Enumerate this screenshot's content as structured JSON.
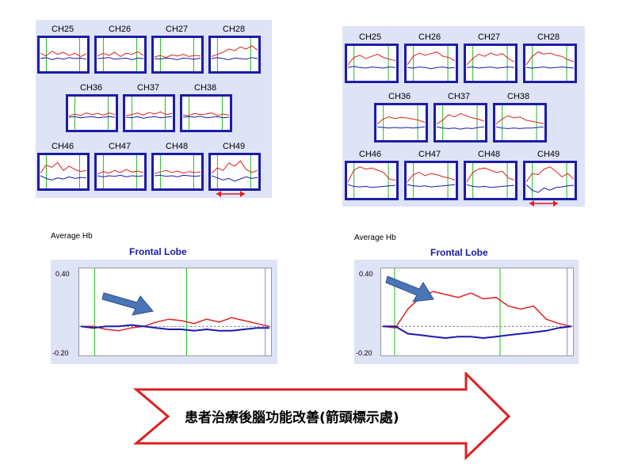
{
  "chart_data": [
    {
      "type": "line",
      "panel": "before-channels",
      "channels": [
        {
          "label": "CH25",
          "red": [
            0.1,
            0.05,
            0.14,
            0.08,
            0.12,
            0.06,
            0.1,
            0.04,
            0.09
          ],
          "blue": [
            0.0,
            0.02,
            -0.02,
            0.01,
            -0.01,
            0.02,
            0.0,
            0.01,
            -0.01
          ]
        },
        {
          "label": "CH26",
          "red": [
            0.05,
            0.1,
            0.06,
            0.12,
            0.04,
            0.1,
            0.08,
            0.13,
            0.06
          ],
          "blue": [
            0.0,
            0.01,
            0.02,
            -0.01,
            0.0,
            0.01,
            -0.02,
            0.01,
            0.0
          ]
        },
        {
          "label": "CH27",
          "red": [
            0.03,
            0.06,
            0.02,
            0.07,
            0.05,
            0.08,
            0.04,
            0.06,
            0.05
          ],
          "blue": [
            0.0,
            -0.01,
            0.01,
            0.0,
            -0.02,
            0.01,
            0.0,
            -0.01,
            0.01
          ]
        },
        {
          "label": "CH28",
          "red": [
            0.04,
            0.08,
            0.12,
            0.18,
            0.15,
            0.22,
            0.18,
            0.24,
            0.16
          ],
          "blue": [
            0.0,
            0.02,
            0.0,
            -0.02,
            0.01,
            0.0,
            -0.01,
            0.02,
            0.0
          ]
        },
        {
          "label": "CH36",
          "red": [
            0.02,
            0.06,
            0.03,
            0.08,
            0.05,
            0.07,
            0.04,
            0.08,
            0.05
          ],
          "blue": [
            0.0,
            0.01,
            -0.01,
            0.0,
            0.01,
            -0.01,
            0.0,
            0.01,
            0.0
          ]
        },
        {
          "label": "CH37",
          "red": [
            0.03,
            0.05,
            0.08,
            0.04,
            0.09,
            0.06,
            0.1,
            0.05,
            0.07
          ],
          "blue": [
            0.0,
            -0.01,
            0.01,
            -0.02,
            0.0,
            0.01,
            -0.01,
            0.0,
            0.01
          ]
        },
        {
          "label": "CH38",
          "red": [
            0.04,
            0.03,
            0.07,
            0.05,
            0.06,
            0.08,
            0.03,
            0.06,
            0.04
          ],
          "blue": [
            0.0,
            0.01,
            0.0,
            0.02,
            -0.01,
            0.0,
            0.01,
            -0.01,
            0.0
          ]
        },
        {
          "label": "CH46",
          "red": [
            0.05,
            0.2,
            0.16,
            0.25,
            0.1,
            0.18,
            0.12,
            0.08,
            0.1
          ],
          "blue": [
            0.0,
            -0.05,
            -0.08,
            -0.04,
            -0.06,
            -0.02,
            -0.05,
            -0.03,
            -0.04
          ]
        },
        {
          "label": "CH47",
          "red": [
            0.03,
            0.08,
            0.05,
            0.1,
            0.06,
            0.12,
            0.07,
            0.09,
            0.06
          ],
          "blue": [
            0.0,
            -0.02,
            0.0,
            -0.01,
            0.01,
            -0.02,
            0.0,
            -0.01,
            0.0
          ]
        },
        {
          "label": "CH48",
          "red": [
            0.04,
            0.07,
            0.1,
            0.06,
            0.09,
            0.05,
            0.08,
            0.06,
            0.07
          ],
          "blue": [
            0.0,
            0.01,
            -0.01,
            0.0,
            -0.02,
            0.01,
            0.0,
            -0.01,
            0.0
          ]
        },
        {
          "label": "CH49",
          "red": [
            0.05,
            0.15,
            0.1,
            0.24,
            0.18,
            0.28,
            0.12,
            0.06,
            0.1
          ],
          "blue": [
            0.0,
            -0.04,
            -0.08,
            -0.05,
            -0.1,
            -0.06,
            -0.02,
            -0.05,
            -0.03
          ]
        }
      ]
    },
    {
      "type": "line",
      "panel": "after-channels",
      "channels": [
        {
          "label": "CH25",
          "red": [
            0.05,
            0.18,
            0.22,
            0.16,
            0.2,
            0.24,
            0.18,
            0.15,
            0.12
          ],
          "blue": [
            0.0,
            0.02,
            0.0,
            -0.01,
            0.01,
            0.0,
            -0.01,
            0.01,
            0.0
          ]
        },
        {
          "label": "CH26",
          "red": [
            0.05,
            0.2,
            0.26,
            0.22,
            0.25,
            0.28,
            0.2,
            0.18,
            0.12
          ],
          "blue": [
            0.0,
            -0.01,
            0.01,
            0.0,
            -0.02,
            0.0,
            0.01,
            -0.01,
            0.0
          ]
        },
        {
          "label": "CH27",
          "red": [
            0.05,
            0.16,
            0.24,
            0.2,
            0.26,
            0.22,
            0.25,
            0.16,
            0.1
          ],
          "blue": [
            0.0,
            0.01,
            -0.01,
            0.0,
            0.01,
            -0.01,
            0.0,
            0.01,
            0.0
          ]
        },
        {
          "label": "CH28",
          "red": [
            0.05,
            0.2,
            0.28,
            0.24,
            0.26,
            0.22,
            0.2,
            0.14,
            0.1
          ],
          "blue": [
            0.0,
            -0.01,
            0.0,
            0.01,
            -0.01,
            0.0,
            0.01,
            0.0,
            -0.01
          ]
        },
        {
          "label": "CH36",
          "red": [
            0.05,
            0.14,
            0.18,
            0.15,
            0.17,
            0.16,
            0.14,
            0.12,
            0.08
          ],
          "blue": [
            0.0,
            -0.01,
            -0.02,
            -0.01,
            -0.02,
            -0.01,
            -0.02,
            -0.01,
            0.0
          ]
        },
        {
          "label": "CH37",
          "red": [
            0.05,
            0.12,
            0.22,
            0.18,
            0.24,
            0.2,
            0.16,
            0.14,
            0.1
          ],
          "blue": [
            0.0,
            -0.02,
            -0.03,
            -0.02,
            -0.04,
            -0.02,
            -0.03,
            -0.01,
            0.0
          ]
        },
        {
          "label": "CH38",
          "red": [
            0.05,
            0.14,
            0.2,
            0.16,
            0.18,
            0.12,
            0.1,
            0.08,
            0.06
          ],
          "blue": [
            0.0,
            -0.02,
            -0.03,
            -0.02,
            -0.03,
            -0.02,
            -0.02,
            -0.01,
            0.0
          ]
        },
        {
          "label": "CH46",
          "red": [
            0.05,
            0.26,
            0.32,
            0.28,
            0.3,
            0.26,
            0.22,
            0.1,
            0.08
          ],
          "blue": [
            0.0,
            -0.03,
            -0.04,
            -0.03,
            -0.05,
            -0.04,
            -0.03,
            -0.02,
            -0.01
          ]
        },
        {
          "label": "CH47",
          "red": [
            0.05,
            0.18,
            0.22,
            0.16,
            0.2,
            0.18,
            0.14,
            0.12,
            0.08
          ],
          "blue": [
            0.0,
            -0.02,
            -0.03,
            -0.02,
            -0.04,
            -0.03,
            -0.02,
            -0.01,
            0.0
          ]
        },
        {
          "label": "CH48",
          "red": [
            0.05,
            0.22,
            0.28,
            0.3,
            0.26,
            0.22,
            0.24,
            0.12,
            0.08
          ],
          "blue": [
            0.0,
            -0.03,
            -0.04,
            -0.03,
            -0.05,
            -0.04,
            -0.03,
            -0.02,
            -0.01
          ]
        },
        {
          "label": "CH49",
          "red": [
            0.05,
            0.2,
            0.18,
            0.28,
            0.32,
            0.24,
            0.14,
            0.2,
            0.1
          ],
          "blue": [
            0.0,
            -0.1,
            -0.14,
            -0.06,
            -0.1,
            -0.05,
            -0.04,
            -0.02,
            -0.01
          ]
        }
      ]
    },
    {
      "type": "line",
      "panel": "before-average",
      "ylabel": "Average Hb",
      "title": "Frontal Lobe",
      "ylim": [
        -0.2,
        0.4
      ],
      "yticks": [
        "0.40",
        "-0.20"
      ],
      "series": [
        {
          "color": "red",
          "values": [
            0.0,
            0.0,
            -0.02,
            -0.03,
            -0.01,
            0.0,
            0.03,
            0.05,
            0.04,
            0.02,
            0.05,
            0.03,
            0.06,
            0.04,
            0.02,
            0.0
          ]
        },
        {
          "color": "blue",
          "values": [
            0.0,
            -0.01,
            0.0,
            0.0,
            0.01,
            0.0,
            -0.01,
            -0.02,
            -0.02,
            -0.03,
            -0.02,
            -0.03,
            -0.03,
            -0.02,
            -0.01,
            -0.01
          ]
        }
      ]
    },
    {
      "type": "line",
      "panel": "after-average",
      "ylabel": "Average Hb",
      "title": "Frontal Lobe",
      "ylim": [
        -0.2,
        0.4
      ],
      "yticks": [
        "0.40",
        "-0.20"
      ],
      "series": [
        {
          "color": "red",
          "values": [
            0.0,
            -0.01,
            0.12,
            0.2,
            0.24,
            0.22,
            0.2,
            0.23,
            0.19,
            0.2,
            0.14,
            0.12,
            0.14,
            0.05,
            0.02,
            0.0
          ]
        },
        {
          "color": "blue",
          "values": [
            0.0,
            0.0,
            -0.05,
            -0.06,
            -0.07,
            -0.08,
            -0.07,
            -0.07,
            -0.08,
            -0.07,
            -0.06,
            -0.05,
            -0.04,
            -0.03,
            -0.01,
            0.0
          ]
        }
      ]
    }
  ],
  "caption": "患者治療後腦功能改善(箭頭標示處)",
  "colors": {
    "red": "#e02020",
    "blue": "#1a1ab0",
    "green": "#22bb22",
    "box_border": "#1c1ca8",
    "arrow_fill": "#4a76b8",
    "arrow_outline": "#dd2020"
  }
}
